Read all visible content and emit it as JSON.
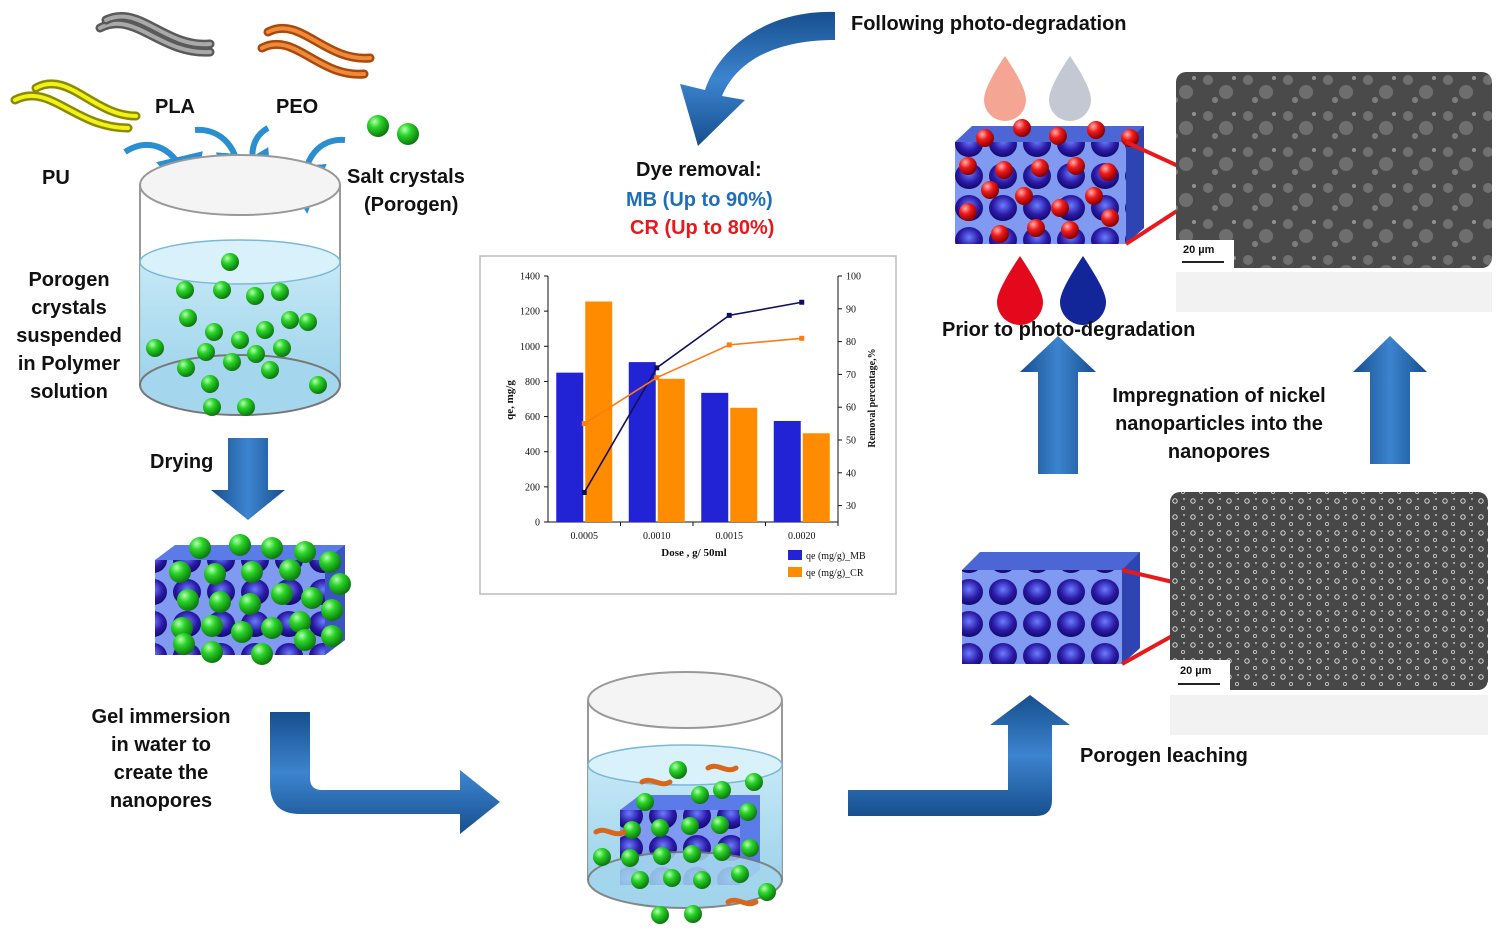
{
  "labels": {
    "pu": "PU",
    "pla": "PLA",
    "peo": "PEO",
    "salt_crystals": "Salt crystals",
    "porogen_paren": "(Porogen)",
    "porogen_crystals": [
      "Porogen",
      "crystals",
      "suspended",
      "in Polymer",
      "solution"
    ],
    "drying": "Drying",
    "gel_immersion": [
      "Gel immersion",
      "in water to",
      "create the",
      "nanopores"
    ],
    "following_photo": "Following photo-degradation",
    "dye_removal": "Dye removal:",
    "mb": "MB (Up to 90%)",
    "cr": "CR (Up to 80%)",
    "prior_photo": "Prior to photo-degradation",
    "impregnation": [
      "Impregnation of nickel",
      "nanoparticles into the",
      "nanopores"
    ],
    "porogen_leaching": "Porogen leaching",
    "scale_bar": "20 µm"
  },
  "colors": {
    "arrow_blue": "#1d5fa6",
    "sphere_green": "#22c21f",
    "mb_blue": "#1f6fb8",
    "cr_red": "#e8191c",
    "bar_mb": "#2323d6",
    "bar_cr": "#ff8c00",
    "line_mb": "#101060",
    "line_cr": "#ff7a10"
  },
  "chart_data": {
    "type": "bar",
    "categories": [
      "0.0005",
      "0.0010",
      "0.0015",
      "0.0020"
    ],
    "xlabel": "Dose , g/ 50ml",
    "ylabel": "qe, mg/g",
    "y2label": "Removal percentage,%",
    "ylim": [
      0,
      1400
    ],
    "y2lim": [
      25,
      100
    ],
    "yticks": [
      0,
      200,
      400,
      600,
      800,
      1000,
      1200,
      1400
    ],
    "y2ticks": [
      30,
      40,
      50,
      60,
      70,
      80,
      90,
      100
    ],
    "series": [
      {
        "name": "qe (mg/g)_MB",
        "type": "bar",
        "values": [
          850,
          910,
          735,
          575
        ]
      },
      {
        "name": "qe (mg/g)_CR",
        "type": "bar",
        "values": [
          1255,
          815,
          650,
          505
        ]
      },
      {
        "type": "line",
        "axis": "right",
        "values": [
          34,
          72,
          88,
          92
        ]
      },
      {
        "type": "line",
        "axis": "right",
        "values": [
          55,
          69,
          79,
          81
        ]
      }
    ],
    "legend_position": "bottom-right"
  }
}
